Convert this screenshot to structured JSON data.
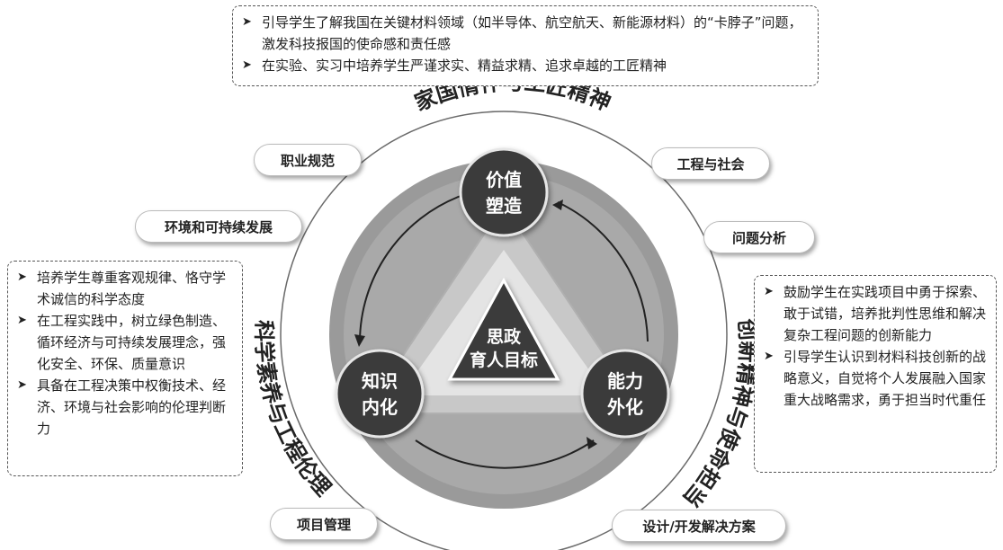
{
  "top_box": {
    "items": [
      "引导学生了解我国在关键材料领域（如半导体、航空航天、新能源材料）的“卡脖子”问题，激发科技报国的使命感和责任感",
      "在实验、实习中培养学生严谨求实、精益求精、追求卓越的工匠精神"
    ]
  },
  "left_box": {
    "items": [
      "培养学生尊重客观规律、恪守学术诚信的科学态度",
      "在工程实践中，树立绿色制造、循环经济与可持续发展理念，强化安全、环保、质量意识",
      "具备在工程决策中权衡技术、经济、环境与社会影响的伦理判断力"
    ]
  },
  "right_box": {
    "items": [
      "鼓励学生在实践项目中勇于探索、敢于试错，培养批判性思维和解决复杂工程问题的创新能力",
      "引导学生认识到材料科技创新的战略意义，自觉将个人发展融入国家重大战略需求，勇于担当时代重任"
    ]
  },
  "arc_labels": {
    "top": "家国情怀与工匠精神",
    "left": "科学素养与工程伦理",
    "right": "创新精神与使命担当"
  },
  "pills": {
    "zhiye": "职业规范",
    "huanjing": "环境和可持续发展",
    "gongcheng": "工程与社会",
    "wenti": "问题分析",
    "xiangmu": "项目管理",
    "sheji": "设计/开发解决方案"
  },
  "nodes": {
    "top": [
      "价值",
      "塑造"
    ],
    "left": [
      "知识",
      "内化"
    ],
    "right": [
      "能力",
      "外化"
    ],
    "center": [
      "思政",
      "育人目标"
    ]
  },
  "colors": {
    "ring": "#9a9a9a",
    "triangle": "#bdbdbd",
    "node": "#3b3b3b",
    "box_border": "#555555"
  }
}
